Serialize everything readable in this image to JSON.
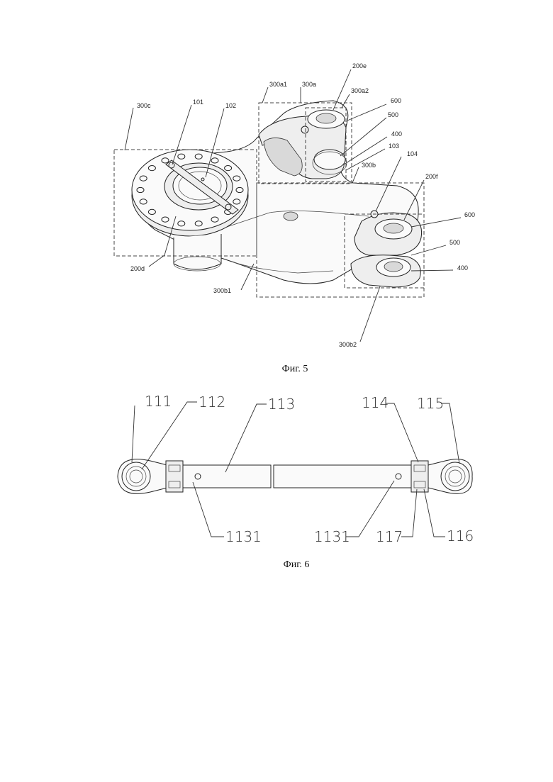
{
  "figure5": {
    "caption": "Фиг. 5",
    "labels": {
      "l300c": "300c",
      "l101": "101",
      "l102": "102",
      "l300a1": "300a1",
      "l300a": "300a",
      "l200e": "200e",
      "l300a2": "300a2",
      "l600a": "600",
      "l500a": "500",
      "l400a": "400",
      "l103": "103",
      "l104": "104",
      "l300b": "300b",
      "l200f": "200f",
      "l600b": "600",
      "l500b": "500",
      "l400b": "400",
      "l200d": "200d",
      "l300b1": "300b1",
      "l300b2": "300b2"
    }
  },
  "figure6": {
    "caption": "Фиг. 6",
    "labels": {
      "l111": "111",
      "l112": "112",
      "l113": "113",
      "l114": "114",
      "l115": "115",
      "l1131a": "1131",
      "l1131b": "1131",
      "l117": "117",
      "l116": "116"
    }
  }
}
